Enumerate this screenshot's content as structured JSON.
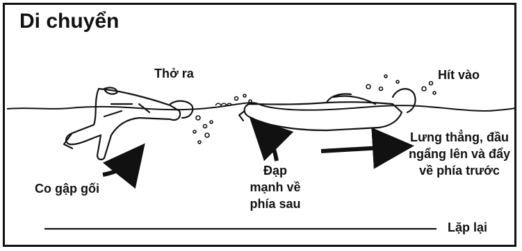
{
  "title": "Di chuyển",
  "labels": {
    "exhale": "Thở ra",
    "inhale": "Hít vào",
    "bend_knees": "Co gập gối",
    "kick": [
      "Đạp",
      "mạnh về",
      "phía sau"
    ],
    "straight_back": [
      "Lưng thẳng, đầu",
      "ngẩng lên và đẩy",
      "về phía trước"
    ],
    "repeat": "Lặp lại"
  },
  "icons": [
    "swimmer-crouched-figure",
    "swimmer-extended-figure",
    "water-surface-line",
    "curved-arrow",
    "straight-arrow",
    "bubbles"
  ]
}
